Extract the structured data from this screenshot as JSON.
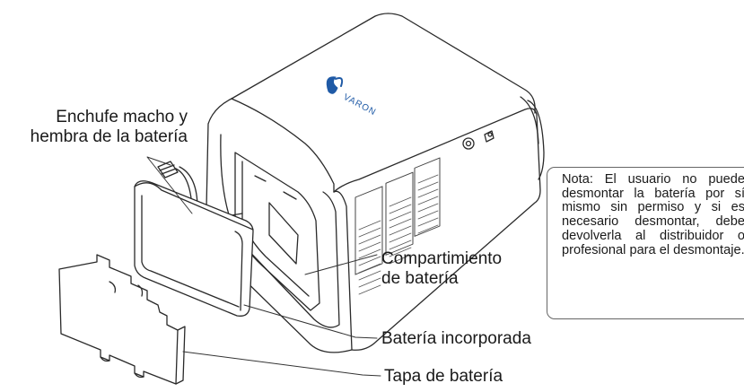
{
  "brand": {
    "logo_text": "VARON",
    "logo_color": "#1f5aa6"
  },
  "labels": {
    "connector_line1": "Enchufe macho y",
    "connector_line2": "hembra de la batería",
    "compartment_line1": "Compartimiento",
    "compartment_line2": "de batería",
    "battery": "Batería incorporada",
    "cover": "Tapa de batería"
  },
  "note": "Nota: El usuario no puede desmontar la batería por sí mismo sin permiso y si es necesario desmontar, debe devolverla al distribuidor o profesional para el desmontaje."
}
